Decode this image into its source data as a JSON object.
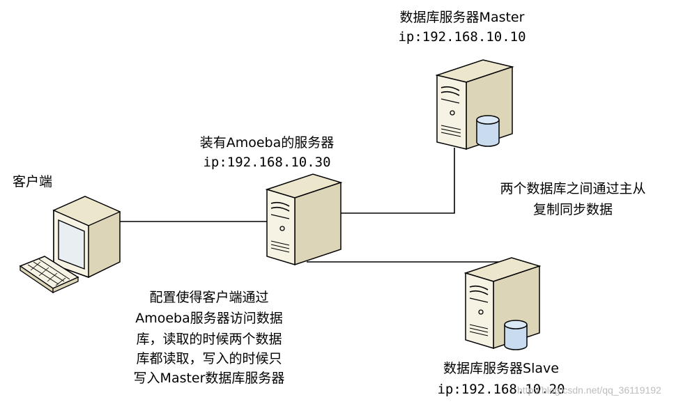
{
  "nodes": {
    "master": {
      "name": "数据库服务器Master",
      "ip": "ip:192.168.10.10"
    },
    "amoeba": {
      "name": "装有Amoeba的服务器",
      "ip": "ip:192.168.10.30"
    },
    "client": {
      "name": "客户端"
    },
    "slave": {
      "name": "数据库服务器Slave",
      "ip": "ip:192.168.10.20"
    }
  },
  "notes": {
    "replication": [
      "两个数据库之间通过主从",
      "复制同步数据"
    ],
    "routing": [
      "配置使得客户端通过",
      "Amoeba服务器访问数据",
      "库，读取的时候两个数据",
      "库都读取，写入的时候只",
      "写入Master数据库服务器"
    ]
  },
  "watermark": "http://blog.csdn.net/qq_36119192",
  "colors": {
    "server_body": "#f6f3e4",
    "server_side": "#dcd5b8",
    "server_top": "#ece6cc",
    "db_cylinder": "#c9dcef",
    "monitor_screen": "#e9eef2",
    "outline": "#000000"
  }
}
